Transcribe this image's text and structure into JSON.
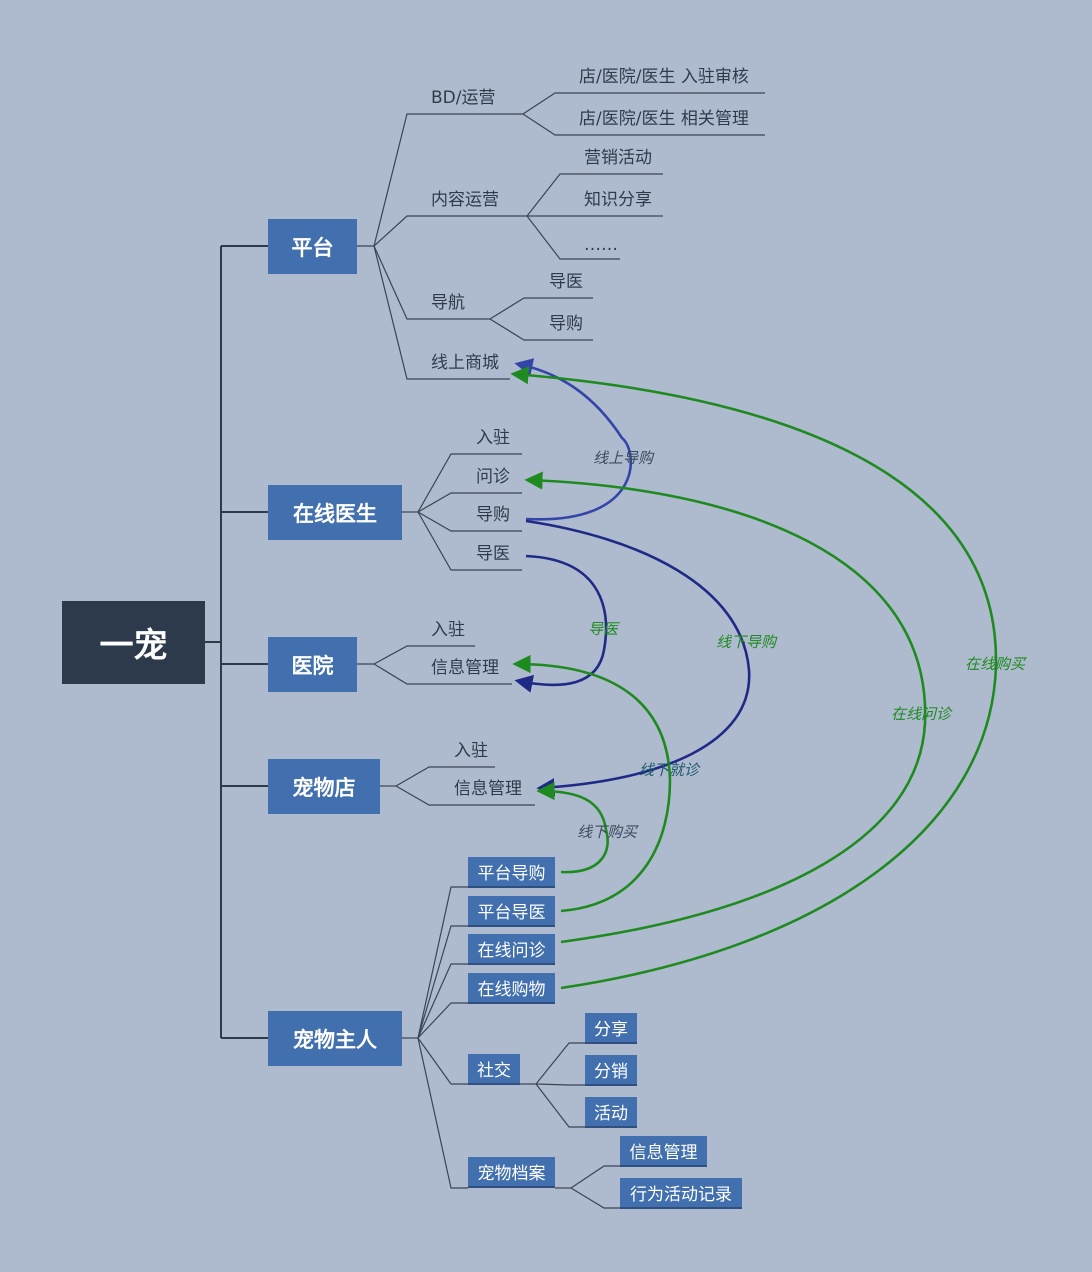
{
  "root": {
    "label": "一宠"
  },
  "platform": {
    "label": "平台",
    "bd": {
      "label": "BD/运营",
      "items": [
        "店/医院/医生 入驻审核",
        "店/医院/医生 相关管理"
      ]
    },
    "content": {
      "label": "内容运营",
      "items": [
        "营销活动",
        "知识分享",
        "……"
      ]
    },
    "nav": {
      "label": "导航",
      "items": [
        "导医",
        "导购"
      ]
    },
    "mall": {
      "label": "线上商城"
    }
  },
  "doctor": {
    "label": "在线医生",
    "items": [
      "入驻",
      "问诊",
      "导购",
      "导医"
    ]
  },
  "hospital": {
    "label": "医院",
    "items": [
      "入驻",
      "信息管理"
    ]
  },
  "petshop": {
    "label": "宠物店",
    "items": [
      "入驻",
      "信息管理"
    ]
  },
  "owner": {
    "label": "宠物主人",
    "items": [
      "平台导购",
      "平台导医",
      "在线问诊",
      "在线购物"
    ],
    "social": {
      "label": "社交",
      "items": [
        "分享",
        "分销",
        "活动"
      ]
    },
    "archive": {
      "label": "宠物档案",
      "items": [
        "信息管理",
        "行为活动记录"
      ]
    }
  },
  "relations": {
    "online_guide": "线上导购",
    "guide_doctor": "导医",
    "offline_guide": "线下导购",
    "offline_visit": "线下就诊",
    "offline_buy": "线下购买",
    "online_consult": "在线问诊",
    "online_buy": "在线购买"
  },
  "colors": {
    "background": "#aebbcf",
    "root": "#2d3a4b",
    "node": "#4270ae",
    "green": "#1f8a1f",
    "blue": "#27318f"
  }
}
